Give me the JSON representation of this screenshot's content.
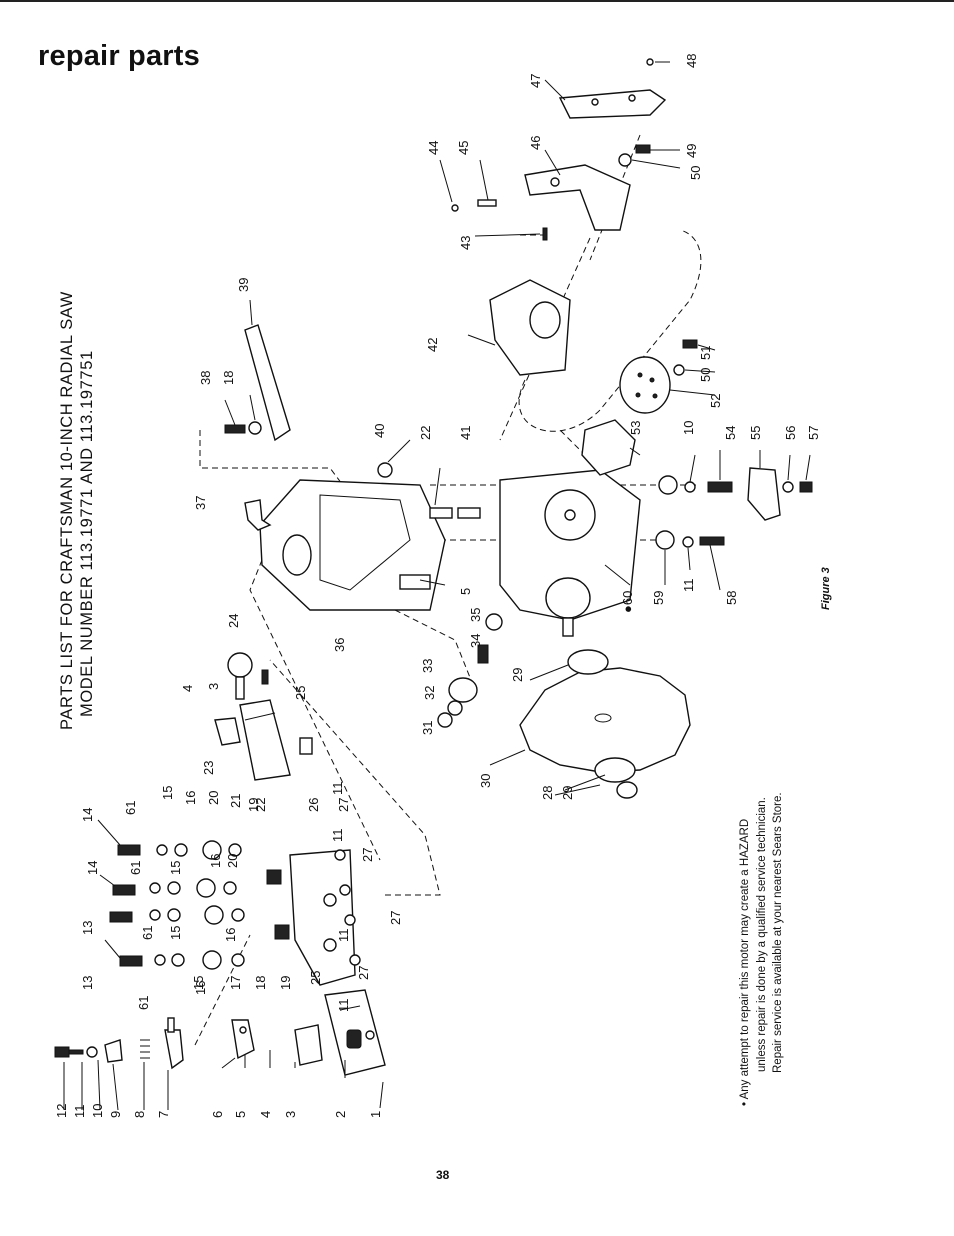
{
  "page": {
    "heading": "repair parts",
    "title_line1": "PARTS LIST FOR CRAFTSMAN 10-INCH RADIAL SAW",
    "title_line2": "MODEL NUMBER 113.19771 AND 113.197751",
    "figure_label": "Figure 3",
    "note_line1": "Any attempt to repair this motor may create a HAZARD",
    "note_line2": "unless repair is done by a qualified service technician.",
    "note_line3": "Repair service is available at your nearest Sears Store.",
    "page_number": "38"
  },
  "diagram": {
    "callouts": [
      "1",
      "2",
      "3",
      "4",
      "5",
      "6",
      "7",
      "8",
      "9",
      "10",
      "11",
      "12",
      "13",
      "14",
      "15",
      "16",
      "17",
      "18",
      "19",
      "20",
      "21",
      "22",
      "23",
      "24",
      "25",
      "26",
      "27",
      "28",
      "29",
      "30",
      "31",
      "32",
      "33",
      "34",
      "35",
      "36",
      "37",
      "38",
      "39",
      "40",
      "41",
      "42",
      "43",
      "44",
      "45",
      "46",
      "47",
      "48",
      "49",
      "50",
      "51",
      "52",
      "53",
      "54",
      "55",
      "56",
      "57",
      "58",
      "59",
      "60",
      "61"
    ],
    "marked_callout": "60"
  }
}
